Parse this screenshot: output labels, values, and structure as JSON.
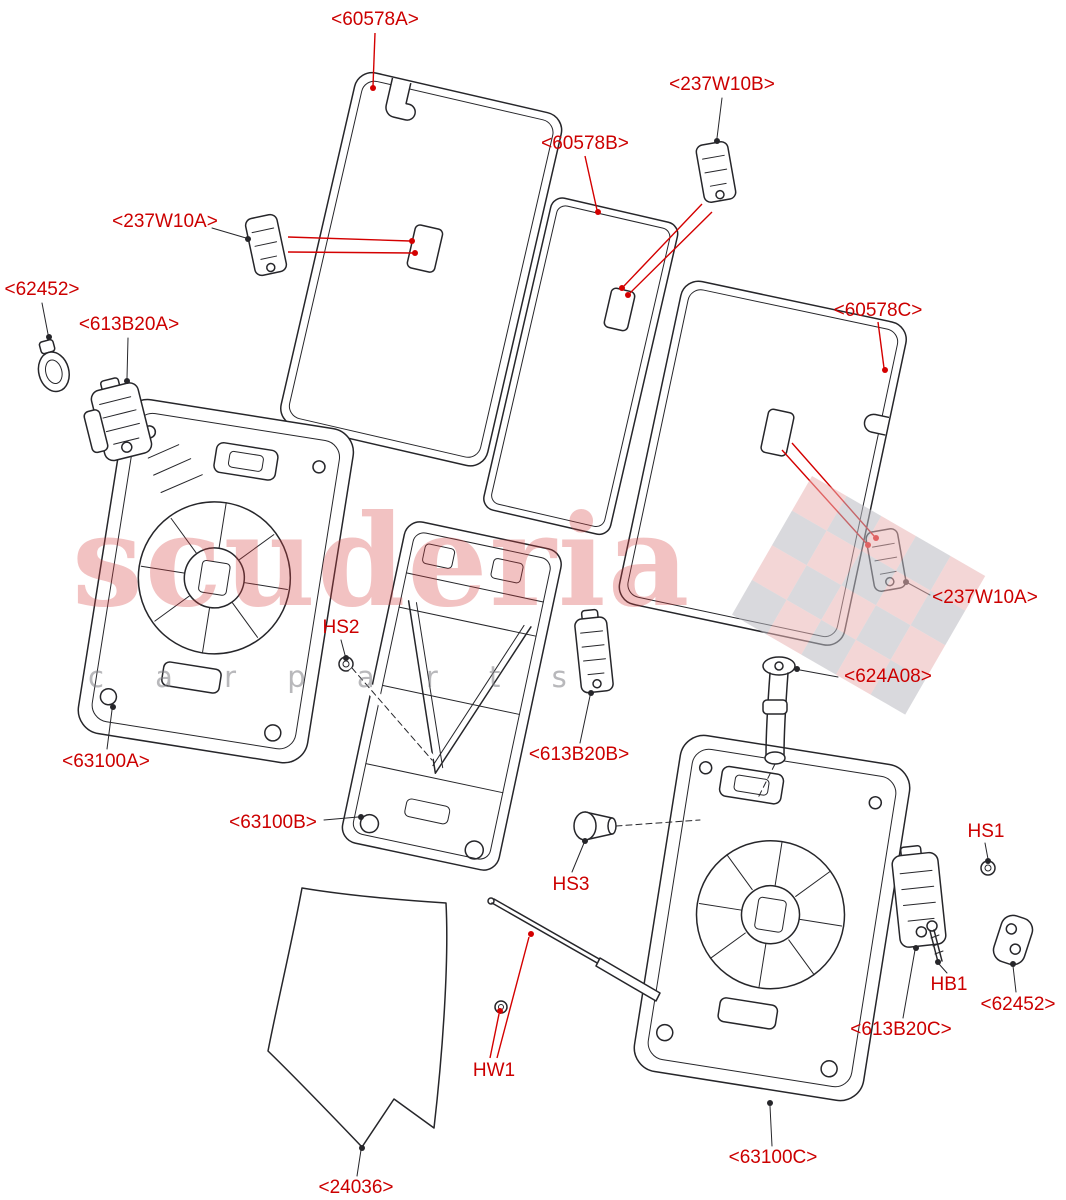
{
  "watermark": {
    "brand": "scuderia",
    "subtitle": "c a r   p a r t s"
  },
  "labels": [
    {
      "id": "60578A",
      "text": "<60578A>"
    },
    {
      "id": "237W10B",
      "text": "<237W10B>"
    },
    {
      "id": "60578B",
      "text": "<60578B>"
    },
    {
      "id": "237W10A-left",
      "text": "<237W10A>"
    },
    {
      "id": "62452-left",
      "text": "<62452>"
    },
    {
      "id": "613B20A",
      "text": "<613B20A>"
    },
    {
      "id": "60578C",
      "text": "<60578C>"
    },
    {
      "id": "237W10A-right",
      "text": "<237W10A>"
    },
    {
      "id": "HS2",
      "text": "HS2"
    },
    {
      "id": "624A08",
      "text": "<624A08>"
    },
    {
      "id": "613B20B",
      "text": "<613B20B>"
    },
    {
      "id": "63100A",
      "text": "<63100A>"
    },
    {
      "id": "63100B",
      "text": "<63100B>"
    },
    {
      "id": "HS1",
      "text": "HS1"
    },
    {
      "id": "HS3",
      "text": "HS3"
    },
    {
      "id": "HB1",
      "text": "HB1"
    },
    {
      "id": "62452-right",
      "text": "<62452>"
    },
    {
      "id": "613B20C",
      "text": "<613B20C>"
    },
    {
      "id": "HW1",
      "text": "HW1"
    },
    {
      "id": "63100C",
      "text": "<63100C>"
    },
    {
      "id": "24036",
      "text": "<24036>"
    }
  ],
  "colors": {
    "label_red": "#cc0000",
    "leader_red": "#d40000",
    "line_dark": "#26262a",
    "watermark_pink": "#d74141",
    "watermark_gray": "#7d7d84",
    "flag_pink": "#eab5b5",
    "flag_gray": "#b9bac1"
  }
}
